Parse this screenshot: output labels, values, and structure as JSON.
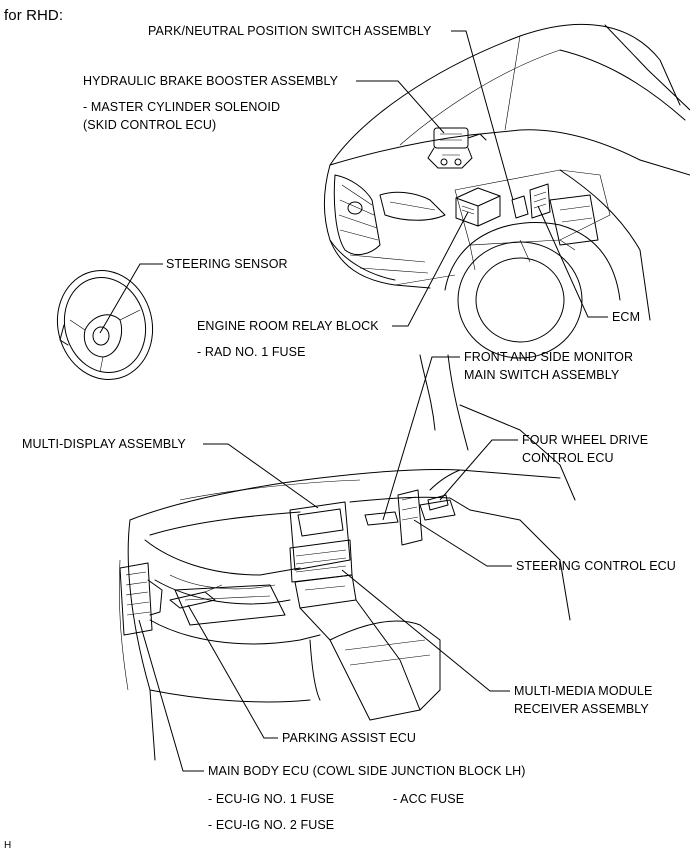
{
  "header": {
    "title": "for RHD:"
  },
  "labels": {
    "park_neutral": "PARK/NEUTRAL POSITION SWITCH ASSEMBLY",
    "brake_booster": "HYDRAULIC BRAKE BOOSTER ASSEMBLY",
    "master_cylinder_solenoid": "- MASTER CYLINDER SOLENOID",
    "skid_control": "(SKID CONTROL ECU)",
    "steering_sensor": "STEERING SENSOR",
    "engine_relay": "ENGINE ROOM RELAY BLOCK",
    "ecm": "ECM",
    "rad_fuse": "- RAD NO. 1 FUSE",
    "front_side_monitor_1": "FRONT AND SIDE MONITOR",
    "front_side_monitor_2": "MAIN SWITCH ASSEMBLY",
    "multi_display": "MULTI-DISPLAY ASSEMBLY",
    "four_wheel_1": "FOUR WHEEL DRIVE",
    "four_wheel_2": "CONTROL ECU",
    "steering_ecu": "STEERING CONTROL ECU",
    "multi_media_1": "MULTI-MEDIA MODULE",
    "multi_media_2": "RECEIVER ASSEMBLY",
    "parking_assist": "PARKING ASSIST ECU",
    "main_body": "MAIN BODY ECU (COWL SIDE JUNCTION BLOCK LH)",
    "ecu_ig1": "- ECU-IG NO. 1 FUSE",
    "acc_fuse": "- ACC FUSE",
    "ecu_ig2": "- ECU-IG NO. 2 FUSE"
  },
  "footer": {
    "code": "H"
  }
}
